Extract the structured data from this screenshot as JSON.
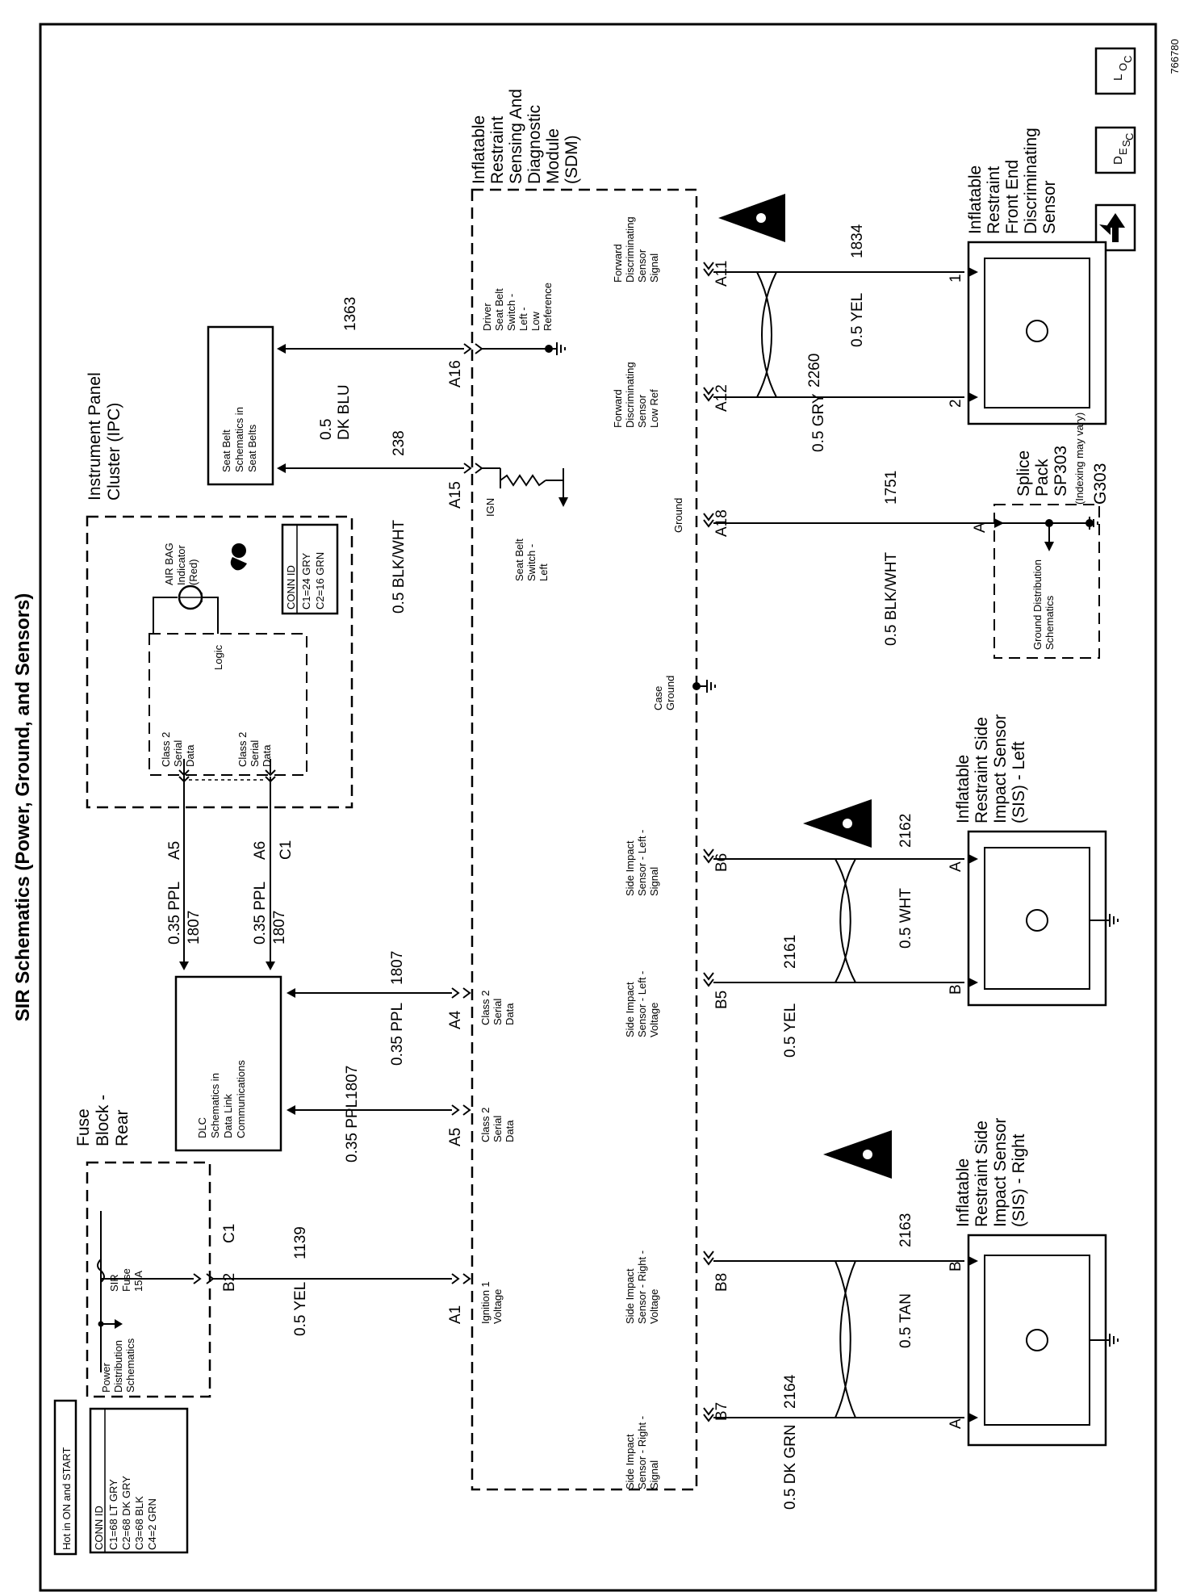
{
  "title": "SIR Schematics (Power, Ground, and Sensors)",
  "doc_id": "766780",
  "nav_icons": {
    "loc": "LOC",
    "desc": "DESC",
    "up": "up-arrow-icon"
  },
  "fuse_block": {
    "title": [
      "Fuse",
      "Block -",
      "Rear"
    ],
    "hot_label": "Hot in ON and START",
    "fuse_label": [
      "SIR",
      "Fuse",
      "15 A"
    ],
    "power_dist": [
      "Power",
      "Distribution",
      "Schematics"
    ],
    "conn_id": {
      "title": "CONN ID",
      "rows": [
        "C1=68 LT GRY",
        "C2=68 DK GRY",
        "C3=68 BLK",
        "C4=2  GRN"
      ]
    },
    "pin_b2": "B2",
    "pin_c1": "C1"
  },
  "wires": {
    "w1139": {
      "gauge": "0.5 YEL",
      "circuit": "1139"
    },
    "w1807a": {
      "gauge": "0.35 PPL",
      "circuit": "1807"
    },
    "w1807b": {
      "gauge": "0.35 PPL",
      "circuit": "1807"
    },
    "w1807c": {
      "gauge": "0.35 PPL",
      "circuit": "1807"
    },
    "w1807d": {
      "gauge": "0.35 PPL",
      "circuit": "1807"
    },
    "w238": {
      "gauge": "0.5 BLK/WHT",
      "circuit": "238"
    },
    "w1363": {
      "gauge1": "0.5",
      "gauge2": "DK  BLU",
      "circuit": "1363"
    },
    "w2164": {
      "gauge": "0.5 DK GRN",
      "circuit": "2164"
    },
    "w2163": {
      "gauge": "0.5 TAN",
      "circuit": "2163"
    },
    "w2161": {
      "gauge": "0.5 YEL",
      "circuit": "2161"
    },
    "w2162": {
      "gauge": "0.5 WHT",
      "circuit": "2162"
    },
    "w1751": {
      "gauge": "0.5 BLK/WHT",
      "circuit": "1751"
    },
    "w2260": {
      "gauge": "0.5 GRY",
      "circuit": "2260"
    },
    "w1834": {
      "gauge": "0.5 YEL",
      "circuit": "1834"
    }
  },
  "dlc": {
    "label": [
      "DLC",
      "Schematics in",
      "Data Link",
      "Communications"
    ]
  },
  "seat_belt_box": {
    "label": [
      "Seat Belt",
      "Schematics in",
      "Seat Belts"
    ]
  },
  "ipc": {
    "title": [
      "Instrument Panel",
      "Cluster (IPC)"
    ],
    "class2_a": [
      "Class 2",
      "Serial",
      "Data"
    ],
    "class2_b": [
      "Class 2",
      "Serial",
      "Data"
    ],
    "logic": "Logic",
    "indicator": [
      "AIR BAG",
      "Indicator",
      "(Red)"
    ],
    "conn_id": {
      "title": "CONN ID",
      "rows": [
        "C1=24 GRY",
        "C2=16 GRN"
      ]
    },
    "pin_a5": "A5",
    "pin_a6": "A6",
    "pin_c1": "C1"
  },
  "sdm": {
    "title": [
      "Inflatable",
      "Restraint",
      "Sensing And",
      "Diagnostic",
      "Module",
      "(SDM)"
    ],
    "pins": {
      "a1": "A1",
      "a5": "A5",
      "a4": "A4",
      "a15": "A15",
      "a16": "A16",
      "b7": "B7",
      "b8": "B8",
      "b5": "B5",
      "b6": "B6",
      "a18": "A18",
      "a12": "A12",
      "a11": "A11"
    },
    "labels": {
      "a1": [
        "Ignition 1",
        "Voltage"
      ],
      "a5": [
        "Class 2",
        "Serial",
        "Data"
      ],
      "a4": [
        "Class 2",
        "Serial",
        "Data"
      ],
      "ign": "IGN",
      "seat_belt_switch": [
        "Seat Belt",
        "Switch -",
        "Left"
      ],
      "a16": [
        "Driver",
        "Seat Belt",
        "Switch -",
        "Left -",
        "Low",
        "Reference"
      ],
      "b7": [
        "Side Impact",
        "Sensor - Right -",
        "Signal"
      ],
      "b8": [
        "Side Impact",
        "Sensor - Right -",
        "Voltage"
      ],
      "b5": [
        "Side Impact",
        "Sensor - Left -",
        "Voltage"
      ],
      "b6": [
        "Side Impact",
        "Sensor - Left -",
        "Signal"
      ],
      "case_ground": [
        "Case",
        "Ground"
      ],
      "a18": "Ground",
      "a12": [
        "Forward",
        "Discriminating",
        "Sensor",
        "Low Ref"
      ],
      "a11": [
        "Forward",
        "Discriminating",
        "Sensor",
        "Signal"
      ]
    }
  },
  "sis_right": {
    "title": [
      "Inflatable",
      "Restraint Side",
      "Impact Sensor",
      "(SIS) - Right"
    ],
    "pin_a": "A",
    "pin_b": "B"
  },
  "sis_left": {
    "title": [
      "Inflatable",
      "Restraint Side",
      "Impact Sensor",
      "(SIS) - Left"
    ],
    "pin_a": "A",
    "pin_b": "B"
  },
  "front_sensor": {
    "title": [
      "Inflatable",
      "Restraint",
      "Front End",
      "Discriminating",
      "Sensor"
    ],
    "pin_1": "1",
    "pin_2": "2"
  },
  "splice": {
    "title": [
      "Splice",
      "Pack",
      "SP303"
    ],
    "note": "(Indexing may vary)",
    "ground_id": "G303",
    "pin_a": "A",
    "ground_dist": [
      "Ground Distribution",
      "Schematics"
    ]
  }
}
